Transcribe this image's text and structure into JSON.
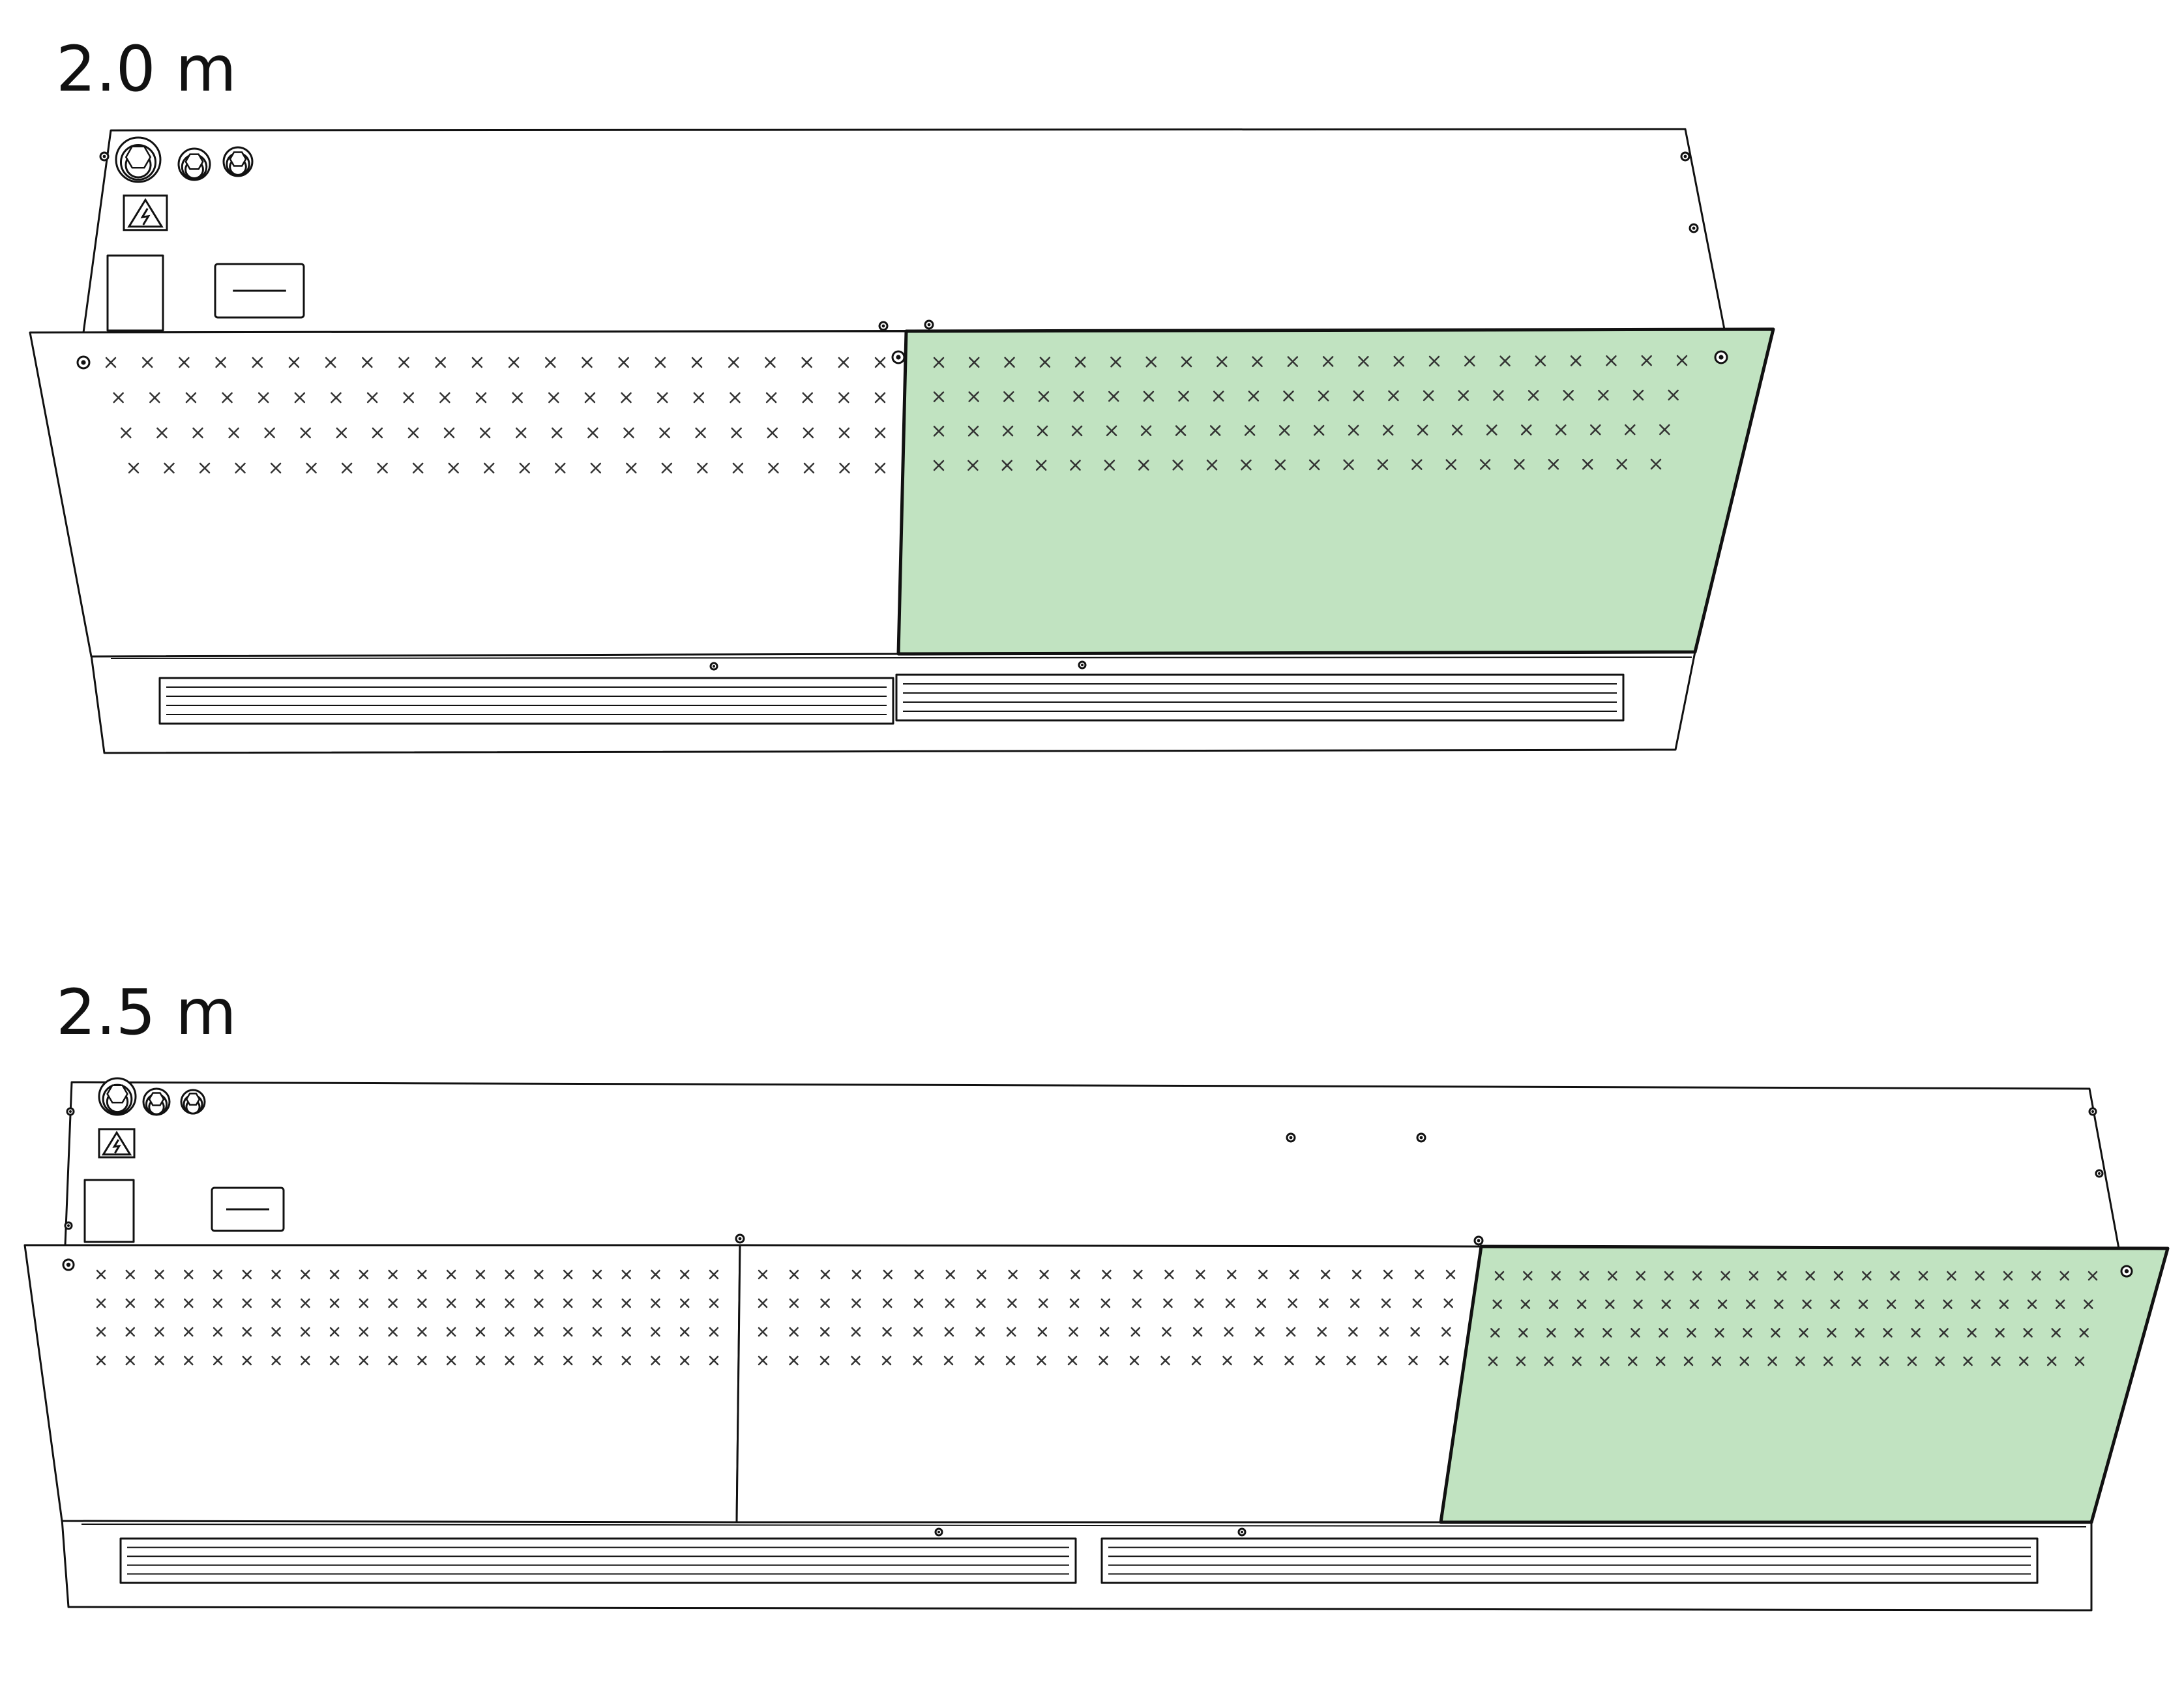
{
  "units": [
    {
      "label": "2.0 m",
      "grille_panels": 2,
      "highlighted_panel_index": 1
    },
    {
      "label": "2.5 m",
      "grille_panels": 3,
      "highlighted_panel_index": 2
    }
  ],
  "colors": {
    "highlight": "#c1e3c1",
    "outline": "#111111"
  },
  "icons": [
    "cable-gland-icon",
    "electrical-hazard-icon"
  ]
}
